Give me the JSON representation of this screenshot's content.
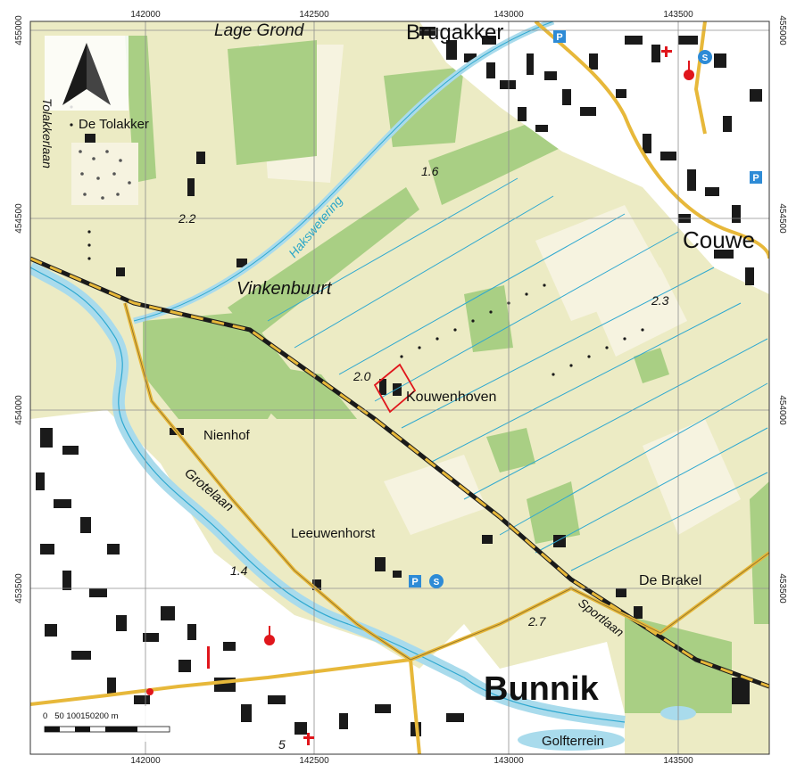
{
  "map": {
    "x_ticks": [
      "142000",
      "142500",
      "143000",
      "143500"
    ],
    "y_ticks": [
      "455000",
      "454500",
      "454000",
      "453500"
    ],
    "place_labels": {
      "lage_grond": "Lage Grond",
      "brugakker": "Brugakker",
      "de_tolakker": "De Tolakker",
      "tolakkerlaan": "Tolakkerlaan",
      "hakswetering": "Hakswetering",
      "vinkenbuurt": "Vinkenbuurt",
      "couwe": "Couwe",
      "kouwenhoven": "Kouwenhoven",
      "nienhof": "Nienhof",
      "grotelaan": "Grotelaan",
      "leeuwenhorst": "Leeuwenhorst",
      "de_brakel": "De Brakel",
      "sportlaan": "Sportlaan",
      "bunnik": "Bunnik",
      "golfterrein": "Golfterrein"
    },
    "elevations": {
      "e1": "1.6",
      "e2": "2.2",
      "e3": "2.3",
      "e4": "2.0",
      "e5": "1.4",
      "e6": "2.7",
      "e7": "5"
    },
    "scale_bar_label": "0   50 100150200 m",
    "highlight_color": "#e0161c",
    "colors": {
      "land": "#ecebc4",
      "forest": "#a9cf84",
      "water": "#a9dbec",
      "stream": "#2ea8d0",
      "built": "#ffffff",
      "building": "#1a1a1a",
      "road": "#e7b83a"
    }
  }
}
